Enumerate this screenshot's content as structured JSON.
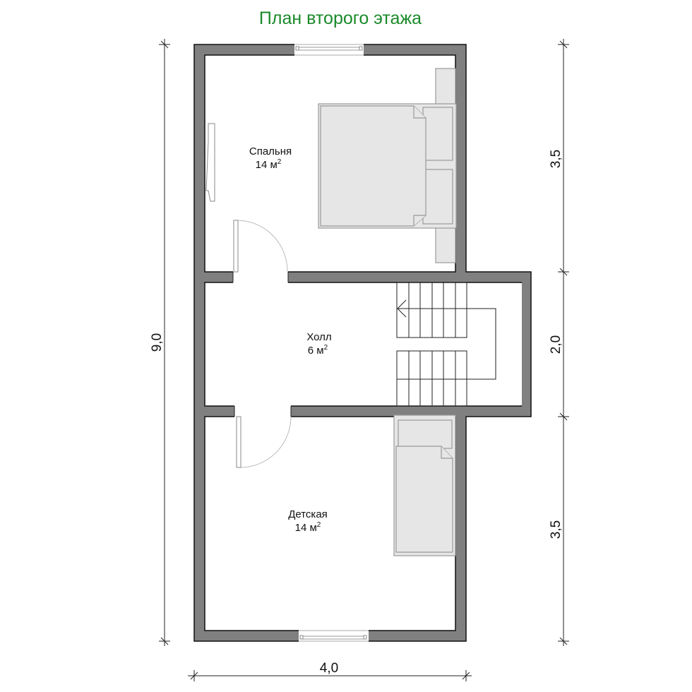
{
  "title": "План второго этажа",
  "colors": {
    "title": "#1a8a2a",
    "wall": "#808080",
    "furniture": "#e6e6e6"
  },
  "rooms": [
    {
      "name": "Спальня",
      "area": "14 м",
      "sup": "2"
    },
    {
      "name": "Холл",
      "area": "6 м",
      "sup": "2"
    },
    {
      "name": "Детская",
      "area": "14 м",
      "sup": "2"
    }
  ],
  "dimensions": {
    "total_height": "9,0",
    "width": "4,0",
    "right": [
      "3,5",
      "2,0",
      "3,5"
    ]
  }
}
